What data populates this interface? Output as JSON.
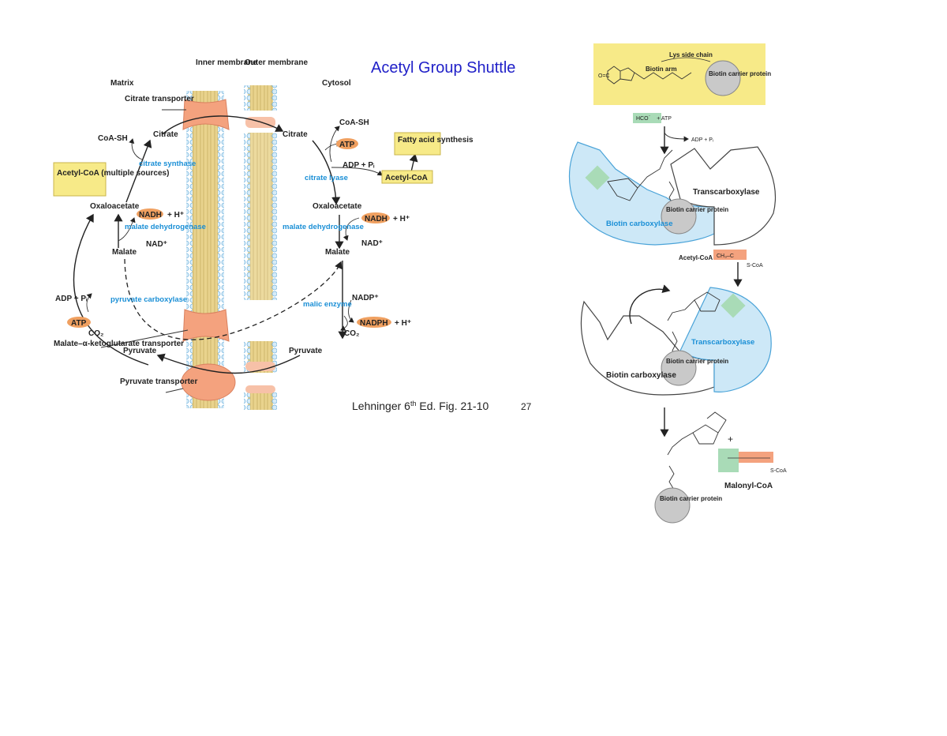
{
  "slide": {
    "title": "Acetyl Group Shuttle",
    "citation_prefix": "Lehninger 6",
    "citation_sup": "th",
    "citation_suffix": " Ed. Fig. 21-10",
    "page_number": "27"
  },
  "colors": {
    "title_blue": "#2020c8",
    "enzyme_blue": "#1a8fd6",
    "membrane_yellow": "#e8d28a",
    "transporter_salmon": "#f4a27e",
    "cofactor_orange": "#f0a060",
    "highlight_yellow": "#f7ea88",
    "enzyme_light_blue": "#cde8f7",
    "carboxyl_green": "#a9dbb7"
  },
  "shuttle": {
    "regions": {
      "inner_membrane": "Inner membrane",
      "outer_membrane": "Outer membrane",
      "matrix": "Matrix",
      "cytosol": "Cytosol"
    },
    "citrate_transporter": "Citrate transporter",
    "matrix": {
      "coa_sh": "CoA-SH",
      "citrate": "Citrate",
      "citrate_synthase": "citrate synthase",
      "acetyl_coa_box": "Acetyl-CoA (multiple sources)",
      "oxaloacetate": "Oxaloacetate",
      "nadh": "NADH",
      "h_plus": "+ H⁺",
      "malate_dehydrogenase": "malate dehydrogenase",
      "nad_plus": "NAD⁺",
      "malate": "Malate",
      "adp_pi": "ADP + Pᵢ",
      "pyruvate_carboxylase": "pyruvate carboxylase",
      "atp": "ATP",
      "co2": "CO₂",
      "pyruvate": "Pyruvate",
      "malate_akg_transporter": "Malate–α-ketoglutarate transporter",
      "pyruvate_transporter": "Pyruvate transporter"
    },
    "cytosol": {
      "citrate": "Citrate",
      "coa_sh": "CoA-SH",
      "atp": "ATP",
      "adp_pi": "ADP + Pᵢ",
      "fatty_acid_box": "Fatty acid synthesis",
      "citrate_lyase": "citrate lyase",
      "acetyl_coa": "Acetyl-CoA",
      "oxaloacetate": "Oxaloacetate",
      "nadh": "NADH",
      "h_plus": "+ H⁺",
      "malate_dehydrogenase": "malate dehydrogenase",
      "nad_plus": "NAD⁺",
      "malate": "Malate",
      "nadp_plus": "NADP⁺",
      "malic_enzyme": "malic enzyme",
      "nadph": "NADPH",
      "h_plus_2": "+ H⁺",
      "co2": "CO₂",
      "pyruvate": "Pyruvate"
    }
  },
  "carboxylase": {
    "top_box": {
      "lys_side_chain": "Lys side chain",
      "biotin_arm": "Biotin arm",
      "bcp": "Biotin carrier protein"
    },
    "hco3_atp_a": "HCO",
    "hco3_atp_b": "⁻",
    "hco3_atp_c": "+ ATP",
    "adp_pi": "ADP + Pᵢ",
    "stage1": {
      "transcarboxylase": "Transcarboxylase",
      "biotin_carboxylase": "Biotin carboxylase",
      "bcp": "Biotin carrier protein"
    },
    "acetyl_coa": "Acetyl-CoA",
    "acetyl_group": "CH₃–C",
    "acetyl_tail": "S-CoA",
    "stage2": {
      "transcarboxylase": "Transcarboxylase",
      "biotin_carboxylase": "Biotin carboxylase",
      "bcp": "Biotin carrier protein"
    },
    "plus": "+",
    "malonyl_coa": "Malonyl-CoA",
    "malonyl_tail": "S-CoA",
    "bottom_bcp": "Biotin carrier protein"
  }
}
